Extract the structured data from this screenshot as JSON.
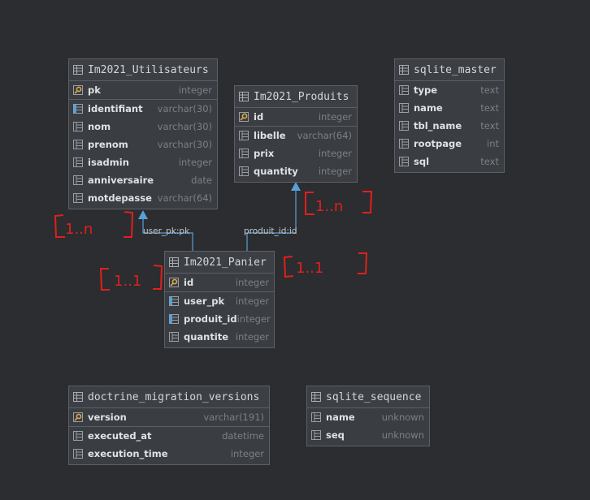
{
  "tables": {
    "utilisateurs": {
      "title": "Im2021_Utilisateurs",
      "rows": [
        {
          "name": "pk",
          "type": "integer",
          "key": "primary"
        },
        {
          "name": "identifiant",
          "type": "varchar(30)",
          "key": "unique"
        },
        {
          "name": "nom",
          "type": "varchar(30)",
          "key": "none"
        },
        {
          "name": "prenom",
          "type": "varchar(30)",
          "key": "none"
        },
        {
          "name": "isadmin",
          "type": "integer",
          "key": "none"
        },
        {
          "name": "anniversaire",
          "type": "date",
          "key": "none"
        },
        {
          "name": "motdepasse",
          "type": "varchar(64)",
          "key": "none"
        }
      ]
    },
    "produits": {
      "title": "Im2021_Produits",
      "rows": [
        {
          "name": "id",
          "type": "integer",
          "key": "primary"
        },
        {
          "name": "libelle",
          "type": "varchar(64)",
          "key": "none"
        },
        {
          "name": "prix",
          "type": "integer",
          "key": "none"
        },
        {
          "name": "quantity",
          "type": "integer",
          "key": "none"
        }
      ]
    },
    "sqlite_master": {
      "title": "sqlite_master",
      "rows": [
        {
          "name": "type",
          "type": "text",
          "key": "none"
        },
        {
          "name": "name",
          "type": "text",
          "key": "none"
        },
        {
          "name": "tbl_name",
          "type": "text",
          "key": "none"
        },
        {
          "name": "rootpage",
          "type": "int",
          "key": "none"
        },
        {
          "name": "sql",
          "type": "text",
          "key": "none"
        }
      ]
    },
    "panier": {
      "title": "Im2021_Panier",
      "rows": [
        {
          "name": "id",
          "type": "integer",
          "key": "primary"
        },
        {
          "name": "user_pk",
          "type": "integer",
          "key": "foreign"
        },
        {
          "name": "produit_id",
          "type": "integer",
          "key": "foreign"
        },
        {
          "name": "quantite",
          "type": "integer",
          "key": "none"
        }
      ]
    },
    "doctrine": {
      "title": "doctrine_migration_versions",
      "rows": [
        {
          "name": "version",
          "type": "varchar(191)",
          "key": "primary"
        },
        {
          "name": "executed_at",
          "type": "datetime",
          "key": "none"
        },
        {
          "name": "execution_time",
          "type": "integer",
          "key": "none"
        }
      ]
    },
    "sqlite_sequence": {
      "title": "sqlite_sequence",
      "rows": [
        {
          "name": "name",
          "type": "unknown",
          "key": "none"
        },
        {
          "name": "seq",
          "type": "unknown",
          "key": "none"
        }
      ]
    }
  },
  "relations": {
    "user_label": "user_pk:pk",
    "produit_label": "produit_id:id"
  },
  "annotations": {
    "user_side": "[1..n]",
    "produit_side": "[1..n]",
    "panier_left": "[1..1]",
    "panier_right": "[1..1]"
  },
  "colors": {
    "background": "#2b2d30",
    "table_bg": "#3a3d42",
    "border": "#5c6066",
    "arrow": "#5a9fd6",
    "annotation": "#e0201c",
    "key_gold": "#d8a84a",
    "icon_blue": "#5a9fd6"
  }
}
